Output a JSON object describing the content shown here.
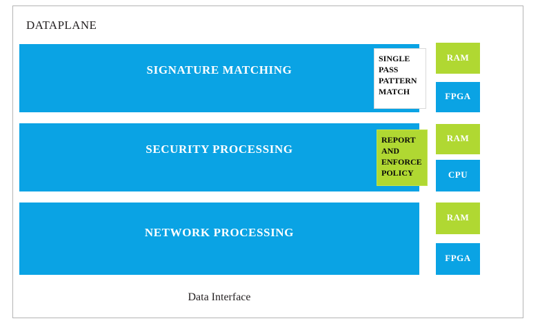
{
  "diagram": {
    "title": "DATAPLANE",
    "footer_label": "Data Interface",
    "colors": {
      "bar_blue": "#0aa3e4",
      "chip_green": "#b0d832",
      "note_white": "#ffffff",
      "frame_border": "#b3b3b3",
      "text_dark": "#231f20",
      "text_light": "#ffffff"
    },
    "layers": [
      {
        "title": "SIGNATURE MATCHING",
        "note": {
          "style": "white",
          "lines": [
            "SINGLE",
            "PASS",
            "PATTERN",
            "MATCH"
          ]
        }
      },
      {
        "title": "SECURITY PROCESSING",
        "note": {
          "style": "green",
          "lines": [
            "REPORT",
            "AND",
            "ENFORCE",
            "POLICY"
          ]
        }
      },
      {
        "title": "NETWORK PROCESSING",
        "note": null
      }
    ],
    "hardware_column": [
      {
        "label": "RAM",
        "color": "green"
      },
      {
        "label": "FPGA",
        "color": "blue"
      },
      {
        "label": "RAM",
        "color": "green"
      },
      {
        "label": "CPU",
        "color": "blue"
      },
      {
        "label": "RAM",
        "color": "green"
      },
      {
        "label": "FPGA",
        "color": "blue"
      }
    ]
  }
}
